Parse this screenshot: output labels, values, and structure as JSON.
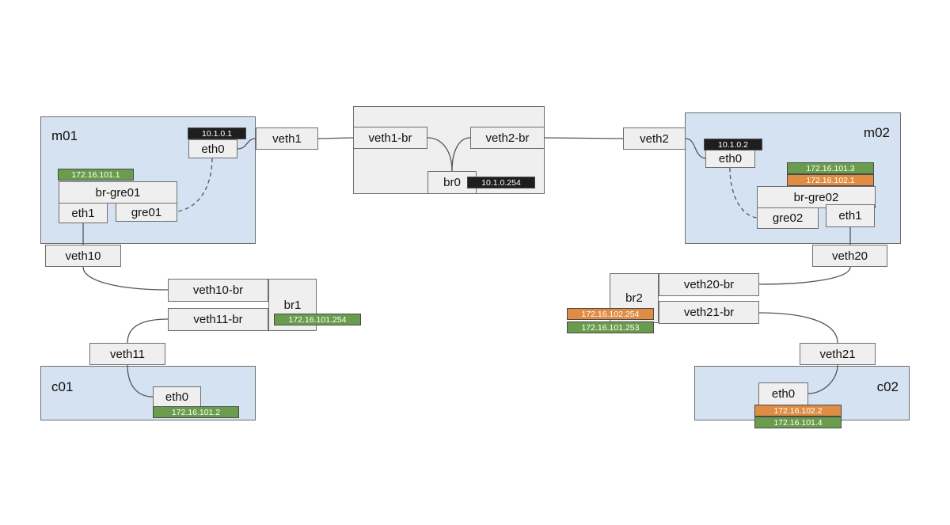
{
  "hosts": {
    "m01": {
      "label": "m01"
    },
    "m02": {
      "label": "m02"
    },
    "c01": {
      "label": "c01"
    },
    "c02": {
      "label": "c02"
    }
  },
  "interfaces": {
    "m01_eth0": "eth0",
    "m01_br_gre01": "br-gre01",
    "m01_eth1": "eth1",
    "m01_gre01": "gre01",
    "veth1": "veth1",
    "veth1_br": "veth1-br",
    "veth2_br": "veth2-br",
    "br0": "br0",
    "veth2": "veth2",
    "m02_eth0": "eth0",
    "m02_br_gre02": "br-gre02",
    "m02_gre02": "gre02",
    "m02_eth1": "eth1",
    "veth10": "veth10",
    "veth10_br": "veth10-br",
    "veth11_br": "veth11-br",
    "br1": "br1",
    "veth11": "veth11",
    "c01_eth0": "eth0",
    "veth20": "veth20",
    "br2": "br2",
    "veth20_br": "veth20-br",
    "veth21_br": "veth21-br",
    "veth21": "veth21",
    "c02_eth0": "eth0"
  },
  "ips": {
    "m01_eth0": "10.1.0.1",
    "m01_br_gre01": "172.16.101.1",
    "br0": "10.1.0.254",
    "m02_eth0": "10.1.0.2",
    "m02_br_gre02_a": "172.16.101.3",
    "m02_br_gre02_b": "172.16.102.1",
    "br1": "172.16.101.254",
    "c01_eth0": "172.16.101.2",
    "br2_a": "172.16.102.254",
    "br2_b": "172.16.101.253",
    "c02_eth0_a": "172.16.102.2",
    "c02_eth0_b": "172.16.101.4"
  },
  "colors": {
    "host_fill": "#d4e2f1",
    "iface_fill": "#efefef",
    "ip_mgmt": "#1e1e1e",
    "ip_green": "#6a9c4d",
    "ip_orange": "#df8d45"
  }
}
